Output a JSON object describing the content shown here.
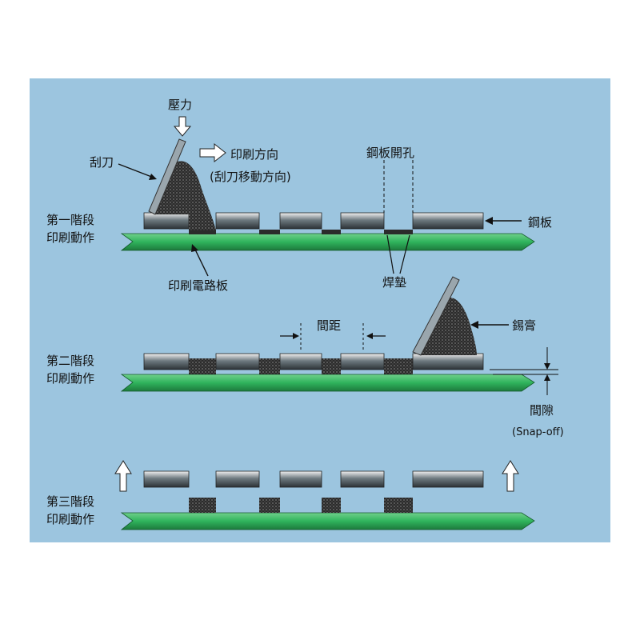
{
  "colors": {
    "panel_bg": "#9cc5df",
    "board": "#2fb35c",
    "stencil": "#6e7a80",
    "paste": "#3a3a3a",
    "squeegee": "#9aa6ad",
    "arrow": "#ffffff"
  },
  "labels": {
    "pressure": "壓力",
    "squeegee": "刮刀",
    "print_direction": "印刷方向",
    "squeegee_motion": "(刮刀移動方向)",
    "stencil_aperture": "鋼板開孔",
    "stencil": "鋼板",
    "stage1_line1": "第一階段",
    "stage1_line2": "印刷動作",
    "pcb": "印刷電路板",
    "pad": "焊墊",
    "gap": "間距",
    "solder_paste": "錫膏",
    "stage2_line1": "第二階段",
    "stage2_line2": "印刷動作",
    "snapoff_zh": "間隙",
    "snapoff_en": "(Snap-off)",
    "stage3_line1": "第三階段",
    "stage3_line2": "印刷動作"
  }
}
